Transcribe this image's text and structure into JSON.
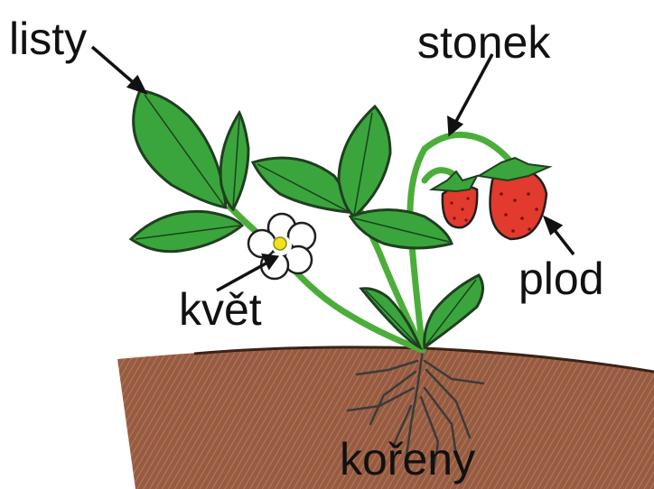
{
  "labels": {
    "leaves": "listy",
    "stem": "stonek",
    "fruit": "plod",
    "flower": "květ",
    "roots": "kořeny"
  },
  "colors": {
    "leaf": "#3aa53c",
    "leaf_dark": "#1f5e22",
    "stem": "#4cae3a",
    "soil": "#9a5a3a",
    "fruit": "#e23a2e",
    "flower_center": "#f2e21a",
    "root": "#3b3b3b"
  }
}
